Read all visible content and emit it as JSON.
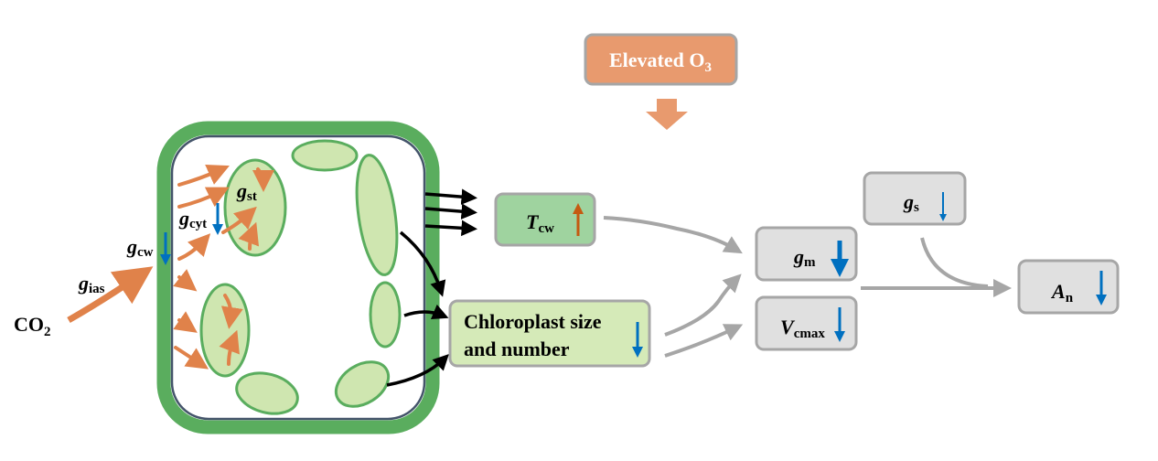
{
  "diagram": {
    "stressor": {
      "label": "Elevated O",
      "subscript": "3"
    },
    "co2": {
      "label": "CO",
      "subscript": "2"
    },
    "conductances": {
      "g_ias": {
        "symbol": "g",
        "subscript": "ias"
      },
      "g_cw": {
        "symbol": "g",
        "subscript": "cw",
        "trend": "down"
      },
      "g_cyt": {
        "symbol": "g",
        "subscript": "cyt",
        "trend": "down"
      },
      "g_st": {
        "symbol": "g",
        "subscript": "st"
      }
    },
    "boxes": {
      "t_cw": {
        "symbol": "T",
        "subscript": "cw",
        "trend": "up"
      },
      "chloroplast": {
        "line1": "Chloroplast size",
        "line2": "and number",
        "trend": "down"
      },
      "g_s": {
        "symbol": "g",
        "subscript": "s",
        "trend": "down"
      },
      "g_m": {
        "symbol": "g",
        "subscript": "m",
        "trend": "down"
      },
      "v_cmax": {
        "symbol": "V",
        "subscript": "cmax",
        "trend": "down"
      },
      "a_n": {
        "symbol": "A",
        "subscript": "n",
        "trend": "down"
      }
    },
    "colors": {
      "cell_wall": "#5aad5e",
      "chloroplast": "#cfe6b0",
      "co2_flow": "#e0824a",
      "decrease": "#0070c0",
      "increase": "#c55a11",
      "ozone": "#e89a6e",
      "box_gray": "#e0e0e0"
    }
  }
}
